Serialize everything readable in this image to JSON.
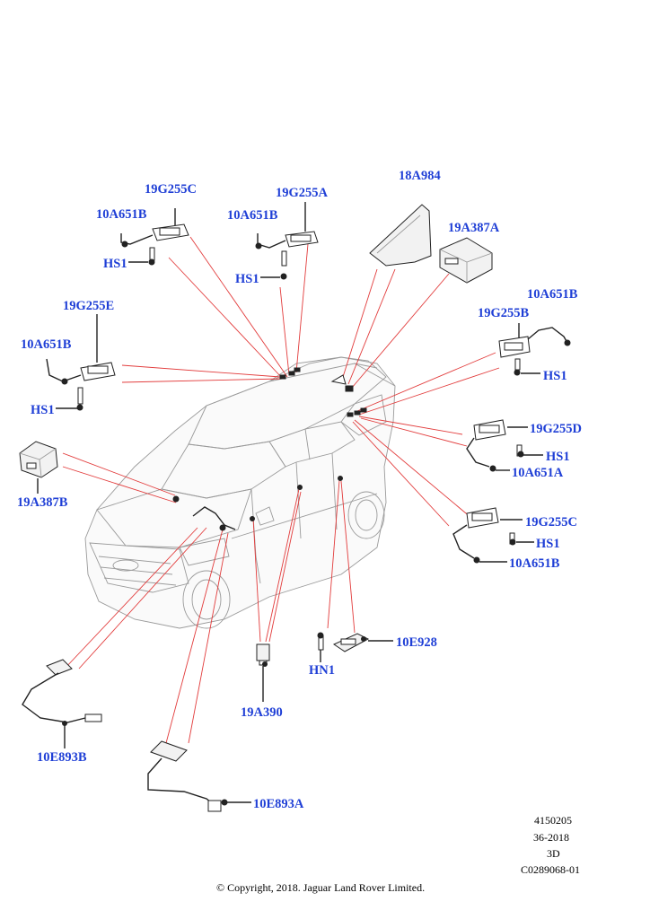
{
  "labels": {
    "c_19G255C_top": "19G255C",
    "c_10A651B_tl": "10A651B",
    "c_HS1_tl": "HS1",
    "c_19G255A": "19G255A",
    "c_10A651B_tm": "10A651B",
    "c_HS1_tm": "HS1",
    "c_18A984": "18A984",
    "c_19A387A": "19A387A",
    "c_10A651B_r": "10A651B",
    "c_19G255B": "19G255B",
    "c_HS1_r": "HS1",
    "c_19G255E": "19G255E",
    "c_10A651B_l": "10A651B",
    "c_HS1_l": "HS1",
    "c_19G255D": "19G255D",
    "c_HS1_d": "HS1",
    "c_10A651A": "10A651A",
    "c_19G255C_r": "19G255C",
    "c_HS1_c": "HS1",
    "c_10A651B_c": "10A651B",
    "c_19A387B": "19A387B",
    "c_10E928": "10E928",
    "c_HN1": "HN1",
    "c_19A390": "19A390",
    "c_10E893B": "10E893B",
    "c_10E893A": "10E893A"
  },
  "meta": {
    "ref_number": "4150205",
    "date_code": "36-2018",
    "view": "3D",
    "drawing_id": "C0289068-01",
    "copyright": "© Copyright, 2018. Jaguar Land Rover Limited."
  }
}
